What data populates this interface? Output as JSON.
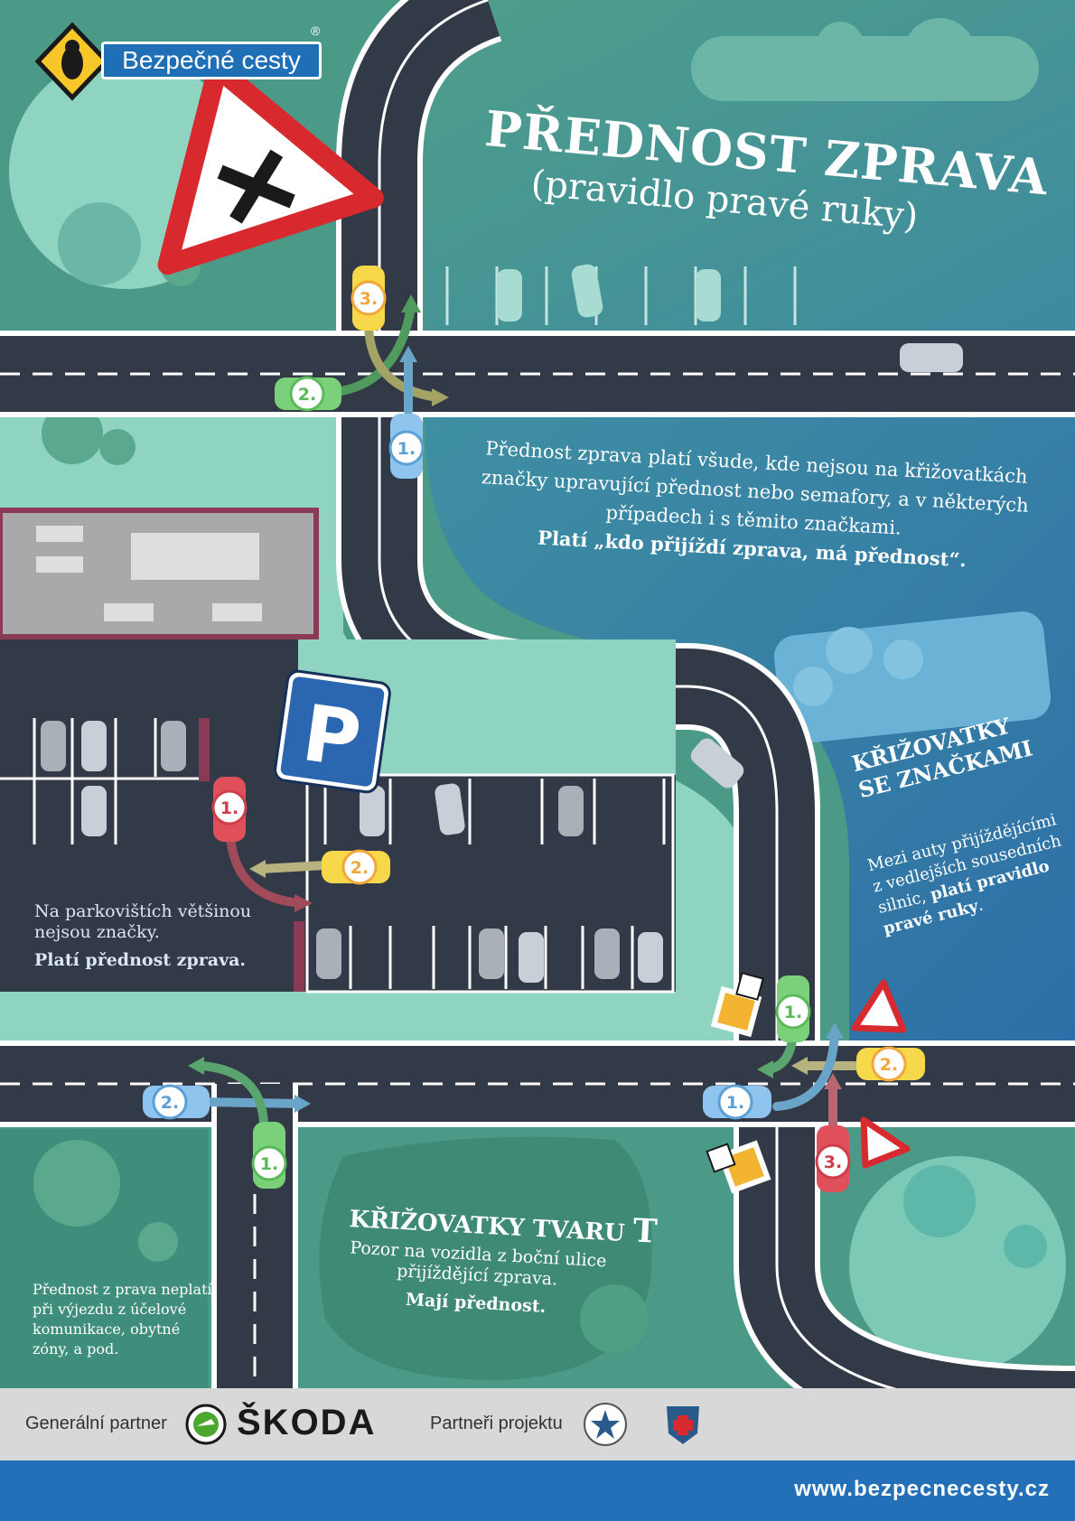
{
  "brand": {
    "name": "Bezpečné cesty",
    "registered_mark": "®",
    "website": "www.bezpecnecesty.cz"
  },
  "poster": {
    "title": "PŘEDNOST ZPRAVA",
    "subtitle": "(pravidlo pravé ruky)",
    "intro_text": "Přednost zprava platí všude, kde nejsou na křižovatkách značky upravující přednost nebo semafory, a v některých případech i s těmito značkami.",
    "intro_bold": "Platí „kdo přijíždí zprava, má přednost“."
  },
  "sections": {
    "signs": {
      "heading": "KŘIŽOVATKY SE ZNAČKAMI",
      "text": "Mezi auty přijíždějícími z vedlejších sousedních silnic,",
      "bold": "platí pravidlo pravé ruky",
      "end": "."
    },
    "parking": {
      "text": "Na parkovištích většinou nejsou značky.",
      "bold": "Platí přednost zprava."
    },
    "t_junction": {
      "heading_main": "KŘIŽOVATKY TVARU",
      "heading_letter": "T",
      "text": "Pozor na vozidla z boční ulice přijíždějící zprava.",
      "bold": "Mají přednost."
    },
    "exception": {
      "text": "Přednost z prava neplatí při výjezdu z účelové komunikace, obytné zóny, a pod."
    }
  },
  "cars": [
    {
      "label": "3.",
      "color": "#f7d84a",
      "role": "top-intersection"
    },
    {
      "label": "2.",
      "color": "#7ad17a",
      "role": "top-intersection"
    },
    {
      "label": "1.",
      "color": "#8ec4ee",
      "role": "top-intersection"
    },
    {
      "label": "1.",
      "color": "#e0505a",
      "role": "parking"
    },
    {
      "label": "2.",
      "color": "#f7d84a",
      "role": "parking"
    },
    {
      "label": "2.",
      "color": "#8ec4ee",
      "role": "t-junction"
    },
    {
      "label": "1.",
      "color": "#7ad17a",
      "role": "t-junction"
    },
    {
      "label": "1.",
      "color": "#7ad17a",
      "role": "signs-intersection"
    },
    {
      "label": "2.",
      "color": "#f7d84a",
      "role": "signs-intersection"
    },
    {
      "label": "1.",
      "color": "#8ec4ee",
      "role": "signs-intersection"
    },
    {
      "label": "3.",
      "color": "#e0505a",
      "role": "signs-intersection"
    }
  ],
  "signs_icons": [
    "priority-crossroads-sign-icon",
    "parking-sign-icon",
    "main-road-sign-icon",
    "end-of-main-road-sign-icon",
    "give-way-sign-icon"
  ],
  "footer": {
    "general_partner_label": "Generální partner",
    "general_partner_name": "ŠKODA",
    "partners_label": "Partneři projektu"
  },
  "colors": {
    "road": "#333a47",
    "grass": "#4a9a87",
    "grass_light": "#8fd3c1",
    "blue_zone": "#2e7a9e",
    "footer_bar": "#2470b8"
  }
}
